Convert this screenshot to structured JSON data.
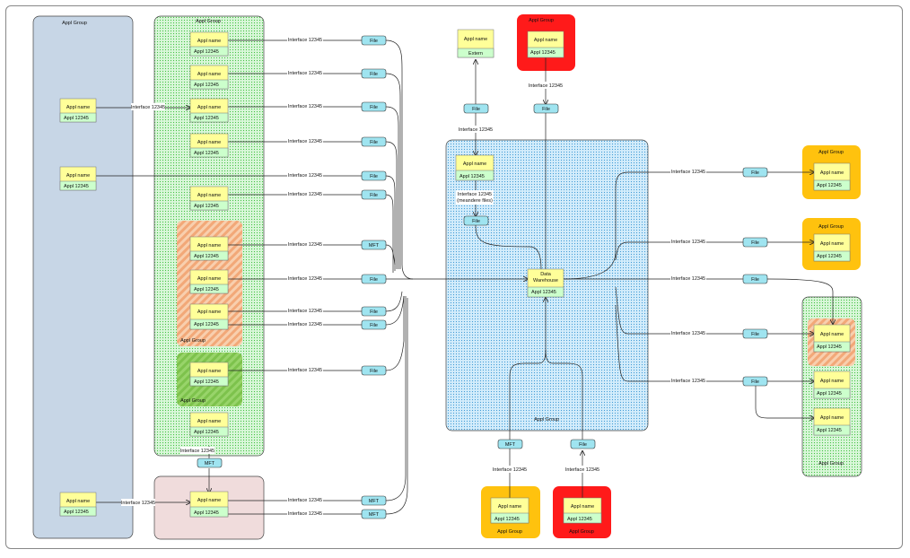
{
  "labels": {
    "appl_group": "Appl Group",
    "appl_name": "Appl name",
    "appl_id": "Appl 12345",
    "interface": "Interface 12345",
    "file": "File",
    "mft": "MFT",
    "extern": "Extern",
    "dw_name_line1": "Data",
    "dw_name_line2": "Warehouse",
    "meandering_line1": "Interface 12345",
    "meandering_line2": "(meandere files)"
  },
  "colors": {
    "blue_group": "#c7d6e6",
    "green_dotted_group": "#d6f5d6",
    "green_dots": "#46c846",
    "orange_hatch_group": "#f6c6a2",
    "orange_hatch_stripe": "#f2a87a",
    "green_hatch_group": "#90d060",
    "green_hatch_stripe": "#7cc04c",
    "pink_group": "#f0dcdc",
    "red_group": "#ff1a1a",
    "amber_group": "#ffc20e",
    "blue_dotted_group": "#cce8f8",
    "blue_dots": "#4aa4d8",
    "appl_name_bg": "#ffff99",
    "appl_id_bg": "#ccffcc",
    "file_bg": "#9fe4f0",
    "line": "#222222"
  }
}
